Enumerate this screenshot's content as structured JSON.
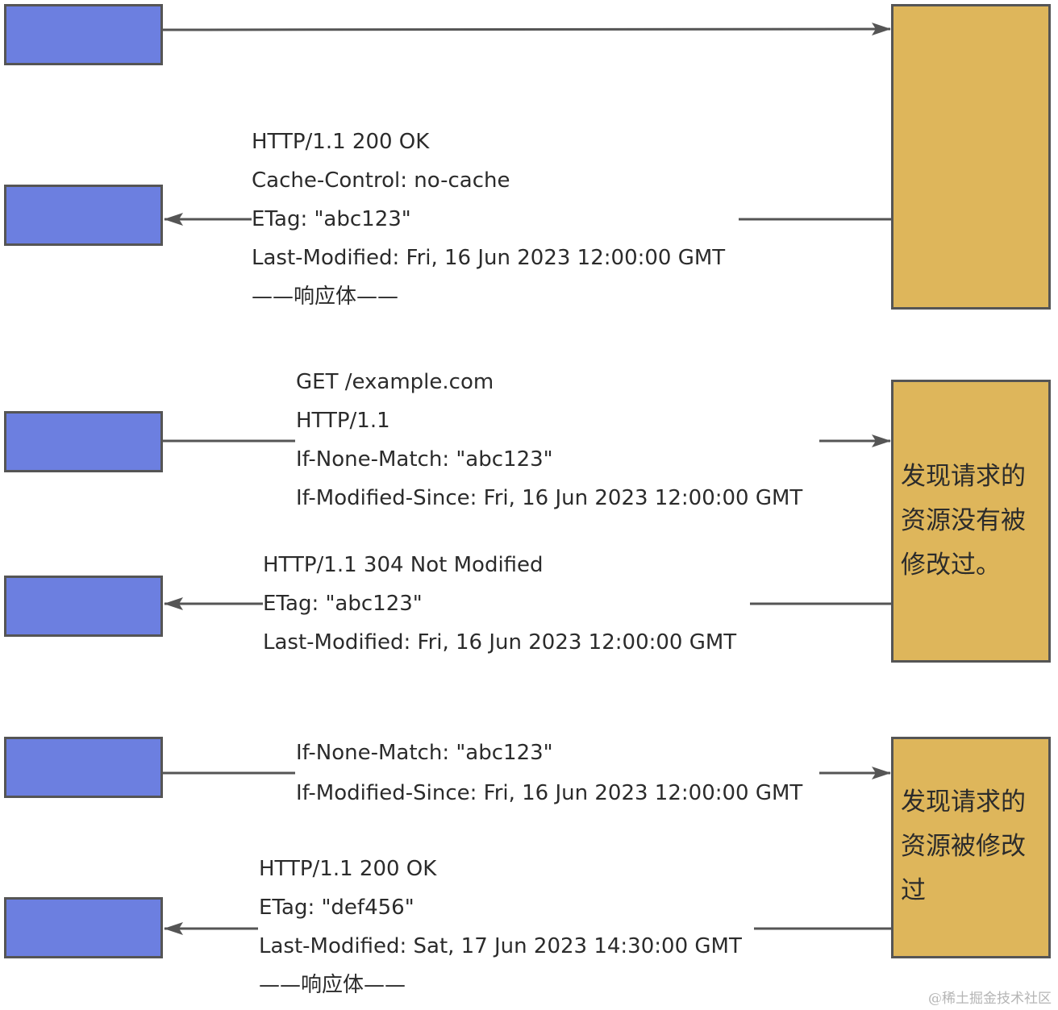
{
  "scenario_1": {
    "response": {
      "lines": [
        "HTTP/1.1 200 OK",
        "Cache-Control: no-cache",
        "ETag: \"abc123\"",
        "Last-Modified: Fri, 16 Jun 2023 12:00:00 GMT",
        "——响应体——"
      ]
    }
  },
  "scenario_2": {
    "request": {
      "lines": [
        "GET /example.com",
        "HTTP/1.1",
        "If-None-Match: \"abc123\"",
        "If-Modified-Since: Fri, 16 Jun 2023 12:00:00 GMT"
      ]
    },
    "server_note": "发现请求的资源没有被修改过。",
    "response": {
      "lines": [
        "HTTP/1.1 304 Not Modified",
        "ETag: \"abc123\"",
        "Last-Modified: Fri, 16 Jun 2023 12:00:00 GMT"
      ]
    }
  },
  "scenario_3": {
    "request": {
      "lines": [
        "If-None-Match: \"abc123\"",
        "If-Modified-Since: Fri, 16 Jun 2023 12:00:00 GMT"
      ]
    },
    "server_note": "发现请求的资源被修改过",
    "response": {
      "lines": [
        "HTTP/1.1 200 OK",
        "ETag: \"def456\"",
        "Last-Modified: Sat, 17 Jun 2023 14:30:00 GMT",
        "——响应体——"
      ]
    }
  },
  "watermark": "@稀土掘金技术社区",
  "colors": {
    "client": "#6c7fe0",
    "server": "#deb65b",
    "stroke": "#555555",
    "text": "#2b2b2b"
  }
}
